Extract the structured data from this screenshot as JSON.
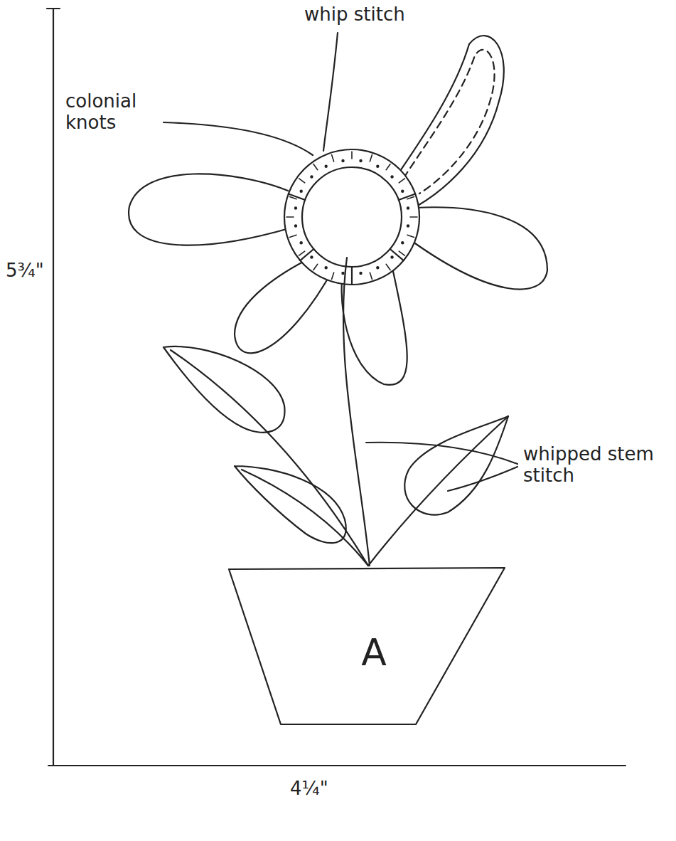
{
  "diagram": {
    "nodes": [
      {
        "text": [
          "A"
        ]
      }
    ],
    "labels": [
      "colonial knots",
      "whip stitch",
      "whipped stem stitch",
      "5¾\"",
      "4¼\""
    ]
  }
}
